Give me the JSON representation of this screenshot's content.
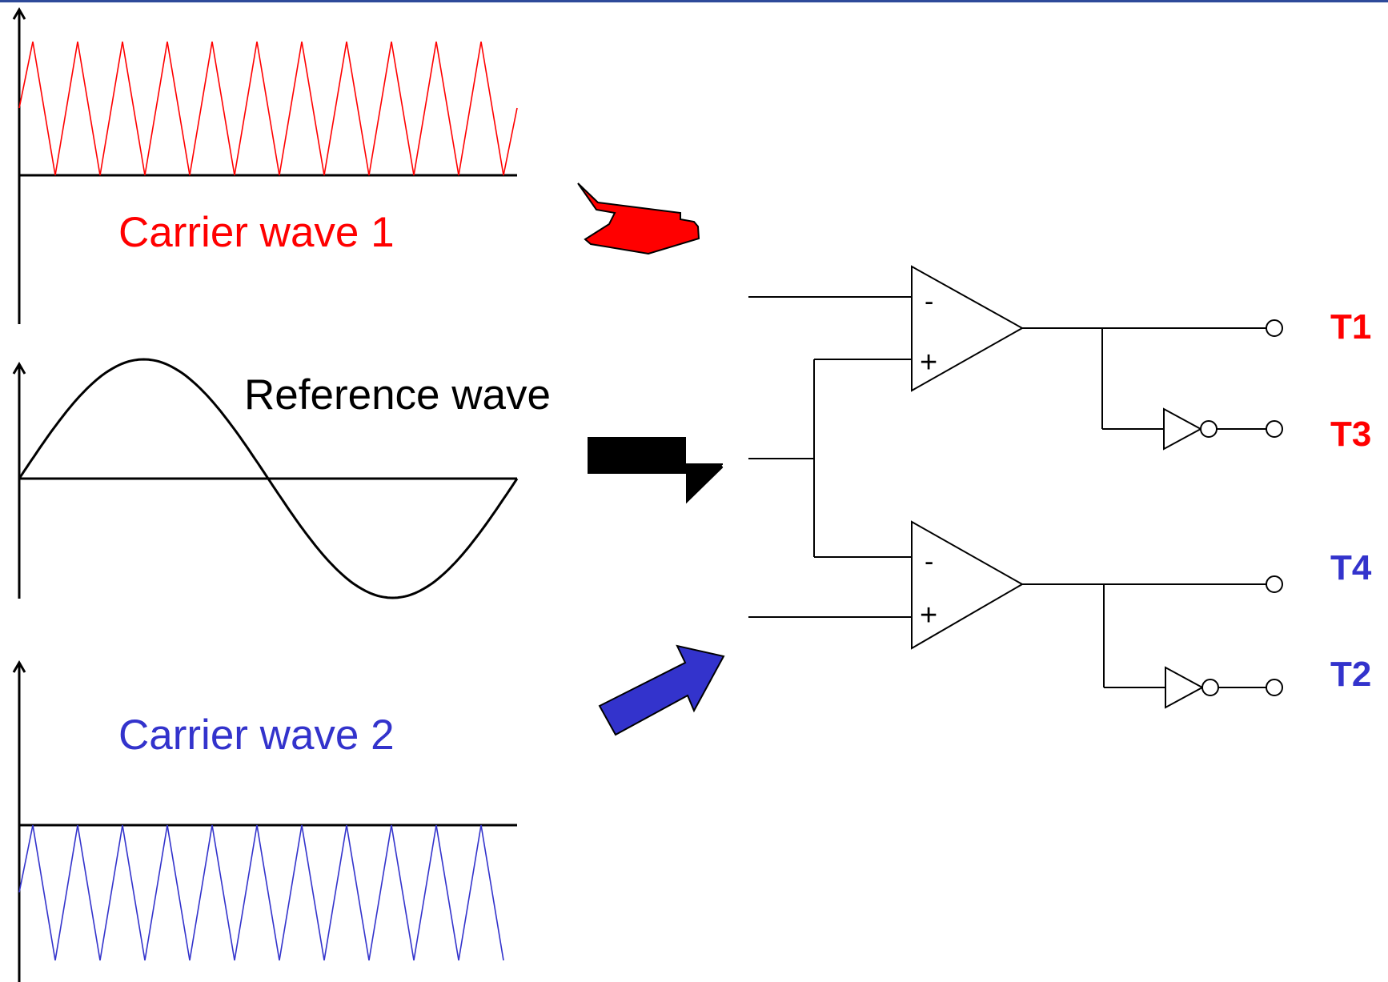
{
  "labels": {
    "carrier1": "Carrier wave 1",
    "reference": "Reference wave",
    "carrier2": "Carrier wave 2"
  },
  "comparators": {
    "upper": {
      "minus": "-",
      "plus": "+"
    },
    "lower": {
      "minus": "-",
      "plus": "+"
    }
  },
  "terminals": {
    "t1": "T1",
    "t3": "T3",
    "t4": "T4",
    "t2": "T2"
  },
  "colors": {
    "carrier1": "#ff0000",
    "carrier2": "#3333cc",
    "reference": "#000000",
    "header_rule": "#2e4a9a"
  }
}
